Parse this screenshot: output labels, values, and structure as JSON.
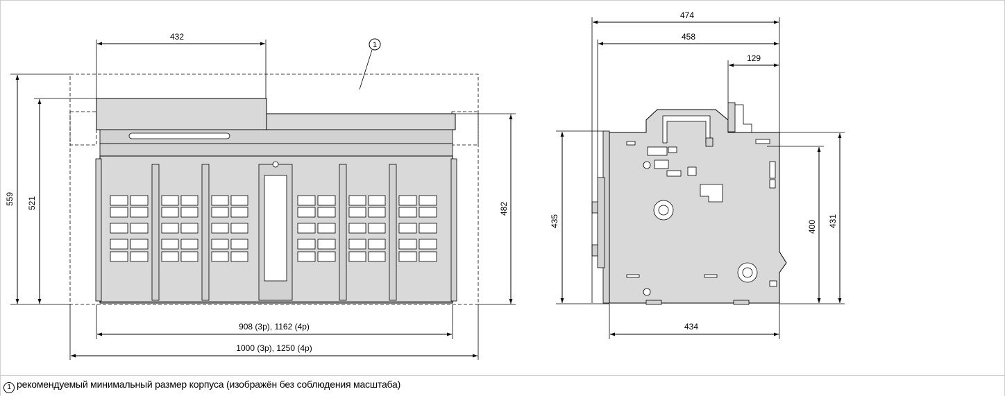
{
  "dimensions": {
    "front_top_width": "432",
    "front_height_outer": "559",
    "front_height_inner": "521",
    "front_right_height": "482",
    "front_width_inner": "908 (3p), 1162 (4p)",
    "front_width_outer": "1000 (3p), 1250 (4p)",
    "side_width_outer": "474",
    "side_width_inner": "458",
    "side_top_offset": "129",
    "side_left_height": "435",
    "side_right_height_inner": "400",
    "side_right_height_outer": "431",
    "side_bottom_width": "434"
  },
  "callout": {
    "marker": "1"
  },
  "caption": {
    "marker": "1",
    "text": "рекомендуемый минимальный размер корпуса (изображён без соблюдения масштаба)"
  }
}
